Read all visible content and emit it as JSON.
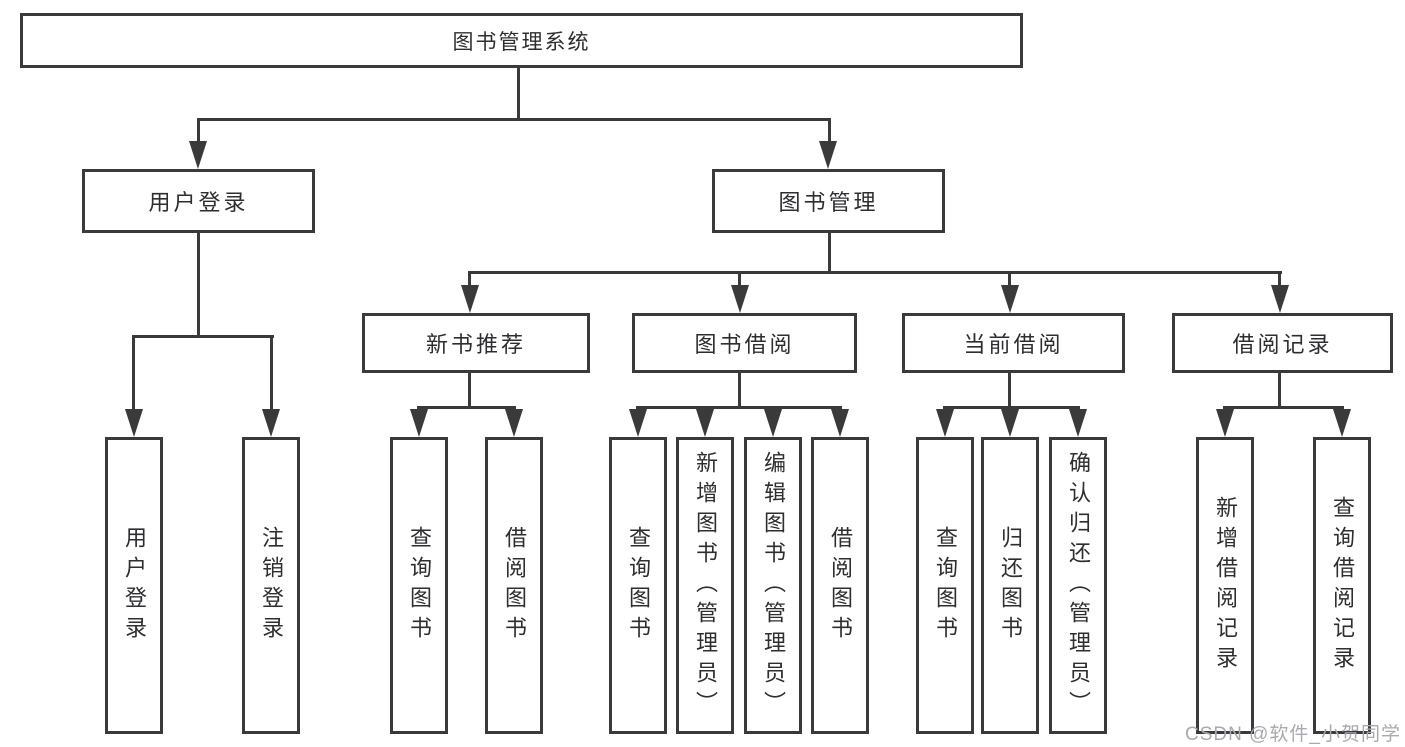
{
  "diagram": {
    "root": {
      "label": "图书管理系统"
    },
    "level2": {
      "user_login": {
        "label": "用户登录"
      },
      "book_mgmt": {
        "label": "图书管理"
      }
    },
    "level3": {
      "new_book_rec": {
        "label": "新书推荐"
      },
      "book_borrow": {
        "label": "图书借阅"
      },
      "current_borrow": {
        "label": "当前借阅"
      },
      "borrow_record": {
        "label": "借阅记录"
      }
    },
    "leaves": {
      "user_login_children": [
        "用户登录",
        "注销登录"
      ],
      "new_book_rec_children": [
        "查询图书",
        "借阅图书"
      ],
      "book_borrow_children": [
        "查询图书",
        "新增图书（管理员）",
        "编辑图书（管理员）",
        "借阅图书"
      ],
      "current_borrow_children": [
        "查询图书",
        "归还图书",
        "确认归还（管理员）"
      ],
      "borrow_record_children": [
        "新增借阅记录",
        "查询借阅记录"
      ]
    },
    "colors": {
      "line": "#3a3a3a",
      "text": "#2e2e31",
      "background": "#ffffff",
      "watermark": "#a9a9b2"
    },
    "watermark": "CSDN @软件_小贺同学"
  }
}
